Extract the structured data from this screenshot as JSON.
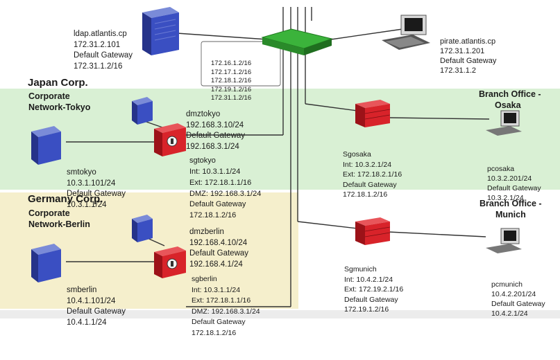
{
  "sites": {
    "japan": {
      "title": "Japan Corp.",
      "subtitle_line1": "Corporate",
      "subtitle_line2": "Network-Tokyo"
    },
    "germany": {
      "title": "Germany Corp.",
      "subtitle_line1": "Corporate",
      "subtitle_line2": "Network-Berlin"
    },
    "osaka": {
      "line1": "Branch Office -",
      "line2": "Osaka"
    },
    "munich": {
      "line1": "Branch Office -",
      "line2": "Munich"
    }
  },
  "hosts": {
    "ldap": [
      "ldap.atlantis.cp",
      "172.31.2.101",
      "Default Gateway",
      "172.31.1.2/16"
    ],
    "pirate": [
      "pirate.atlantis.cp",
      "172.31.1.201",
      "Default Gateway",
      "172.31.1.2"
    ],
    "router_ifaces": [
      "172.16.1.2/16",
      "172.17.1.2/16",
      "172.18.1.2/16",
      "172.19.1.2/16",
      "172.31.1.2/16"
    ],
    "dmztokyo": [
      "dmztokyo",
      "192.168.3.10/24",
      "Default Gateway",
      "192.168.3.1/24"
    ],
    "smtokyo": [
      "smtokyo",
      "10.3.1.101/24",
      "Default Gateway",
      "10.3.1.1/24"
    ],
    "sgtokyo": [
      "sgtokyo",
      "Int: 10.3.1.1/24",
      "Ext: 172.18.1.1/16",
      "DMZ: 192.168.3.1/24",
      "Default Gateway",
      "172.18.1.2/16"
    ],
    "sgosaka": [
      "Sgosaka",
      "Int: 10.3.2.1/24",
      "Ext: 172.18.2.1/16",
      "Default Gateway",
      "172.18.1.2/16"
    ],
    "pcosaka": [
      "pcosaka",
      "10.3.2.201/24",
      "Default Gateway",
      "10.3.2.1/24"
    ],
    "dmzberlin": [
      "dmzberlin",
      "192.168.4.10/24",
      "Default Gateway",
      "192.168.4.1/24"
    ],
    "smberlin": [
      "smberlin",
      "10.4.1.101/24",
      "Default Gateway",
      "10.4.1.1/24"
    ],
    "sgberlin": [
      "sgberlin",
      "Int: 10.3.1.1/24",
      "Ext: 172.18.1.1/16",
      "DMZ: 192.168.3.1/24",
      "Default Gateway",
      "172.18.1.2/16"
    ],
    "sgmunich": [
      "Sgmunich",
      "Int: 10.4.2.1/24",
      "Ext: 172.19.2.1/16",
      "Default Gateway",
      "172.19.1.2/16"
    ],
    "pcmunich": [
      "pcmunich",
      "10.4.2.201/24",
      "Default Gateway",
      "10.4.2.1/24"
    ]
  },
  "colors": {
    "tokyo_zone": "#d9f0d4",
    "berlin_zone": "#f5efcc",
    "firewall": "#d8232a",
    "router": "#3bb33b",
    "server": "#3a4fc2",
    "line": "#333333"
  }
}
